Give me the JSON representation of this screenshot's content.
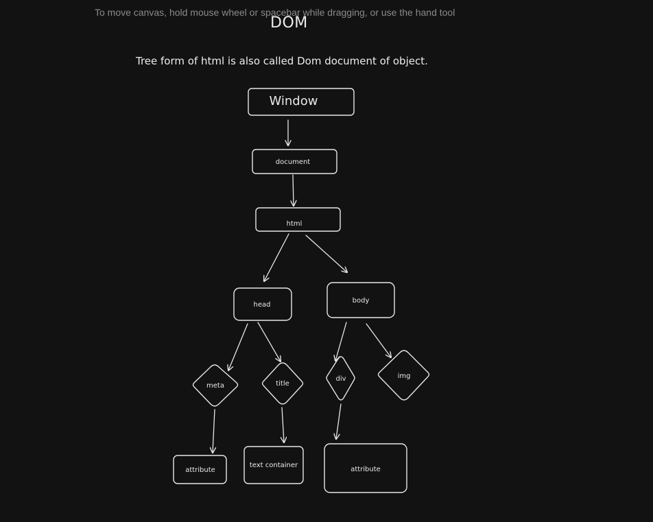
{
  "canvas_hint": "To move canvas, hold mouse wheel or spacebar while dragging, or use the hand tool",
  "title": "DOM",
  "subtitle": "Tree form of html is also called Dom document of object.",
  "nodes": {
    "window": "Window",
    "document": "document",
    "html": "html",
    "head": "head",
    "body": "body",
    "meta": "meta",
    "title": "title",
    "div": "div",
    "img": "img",
    "meta_attribute": "attribute",
    "text_container": "text container",
    "div_attribute": "attribute"
  },
  "colors": {
    "background": "#121212",
    "stroke": "#e8e8e8",
    "hint_text": "#8a8a8a"
  }
}
